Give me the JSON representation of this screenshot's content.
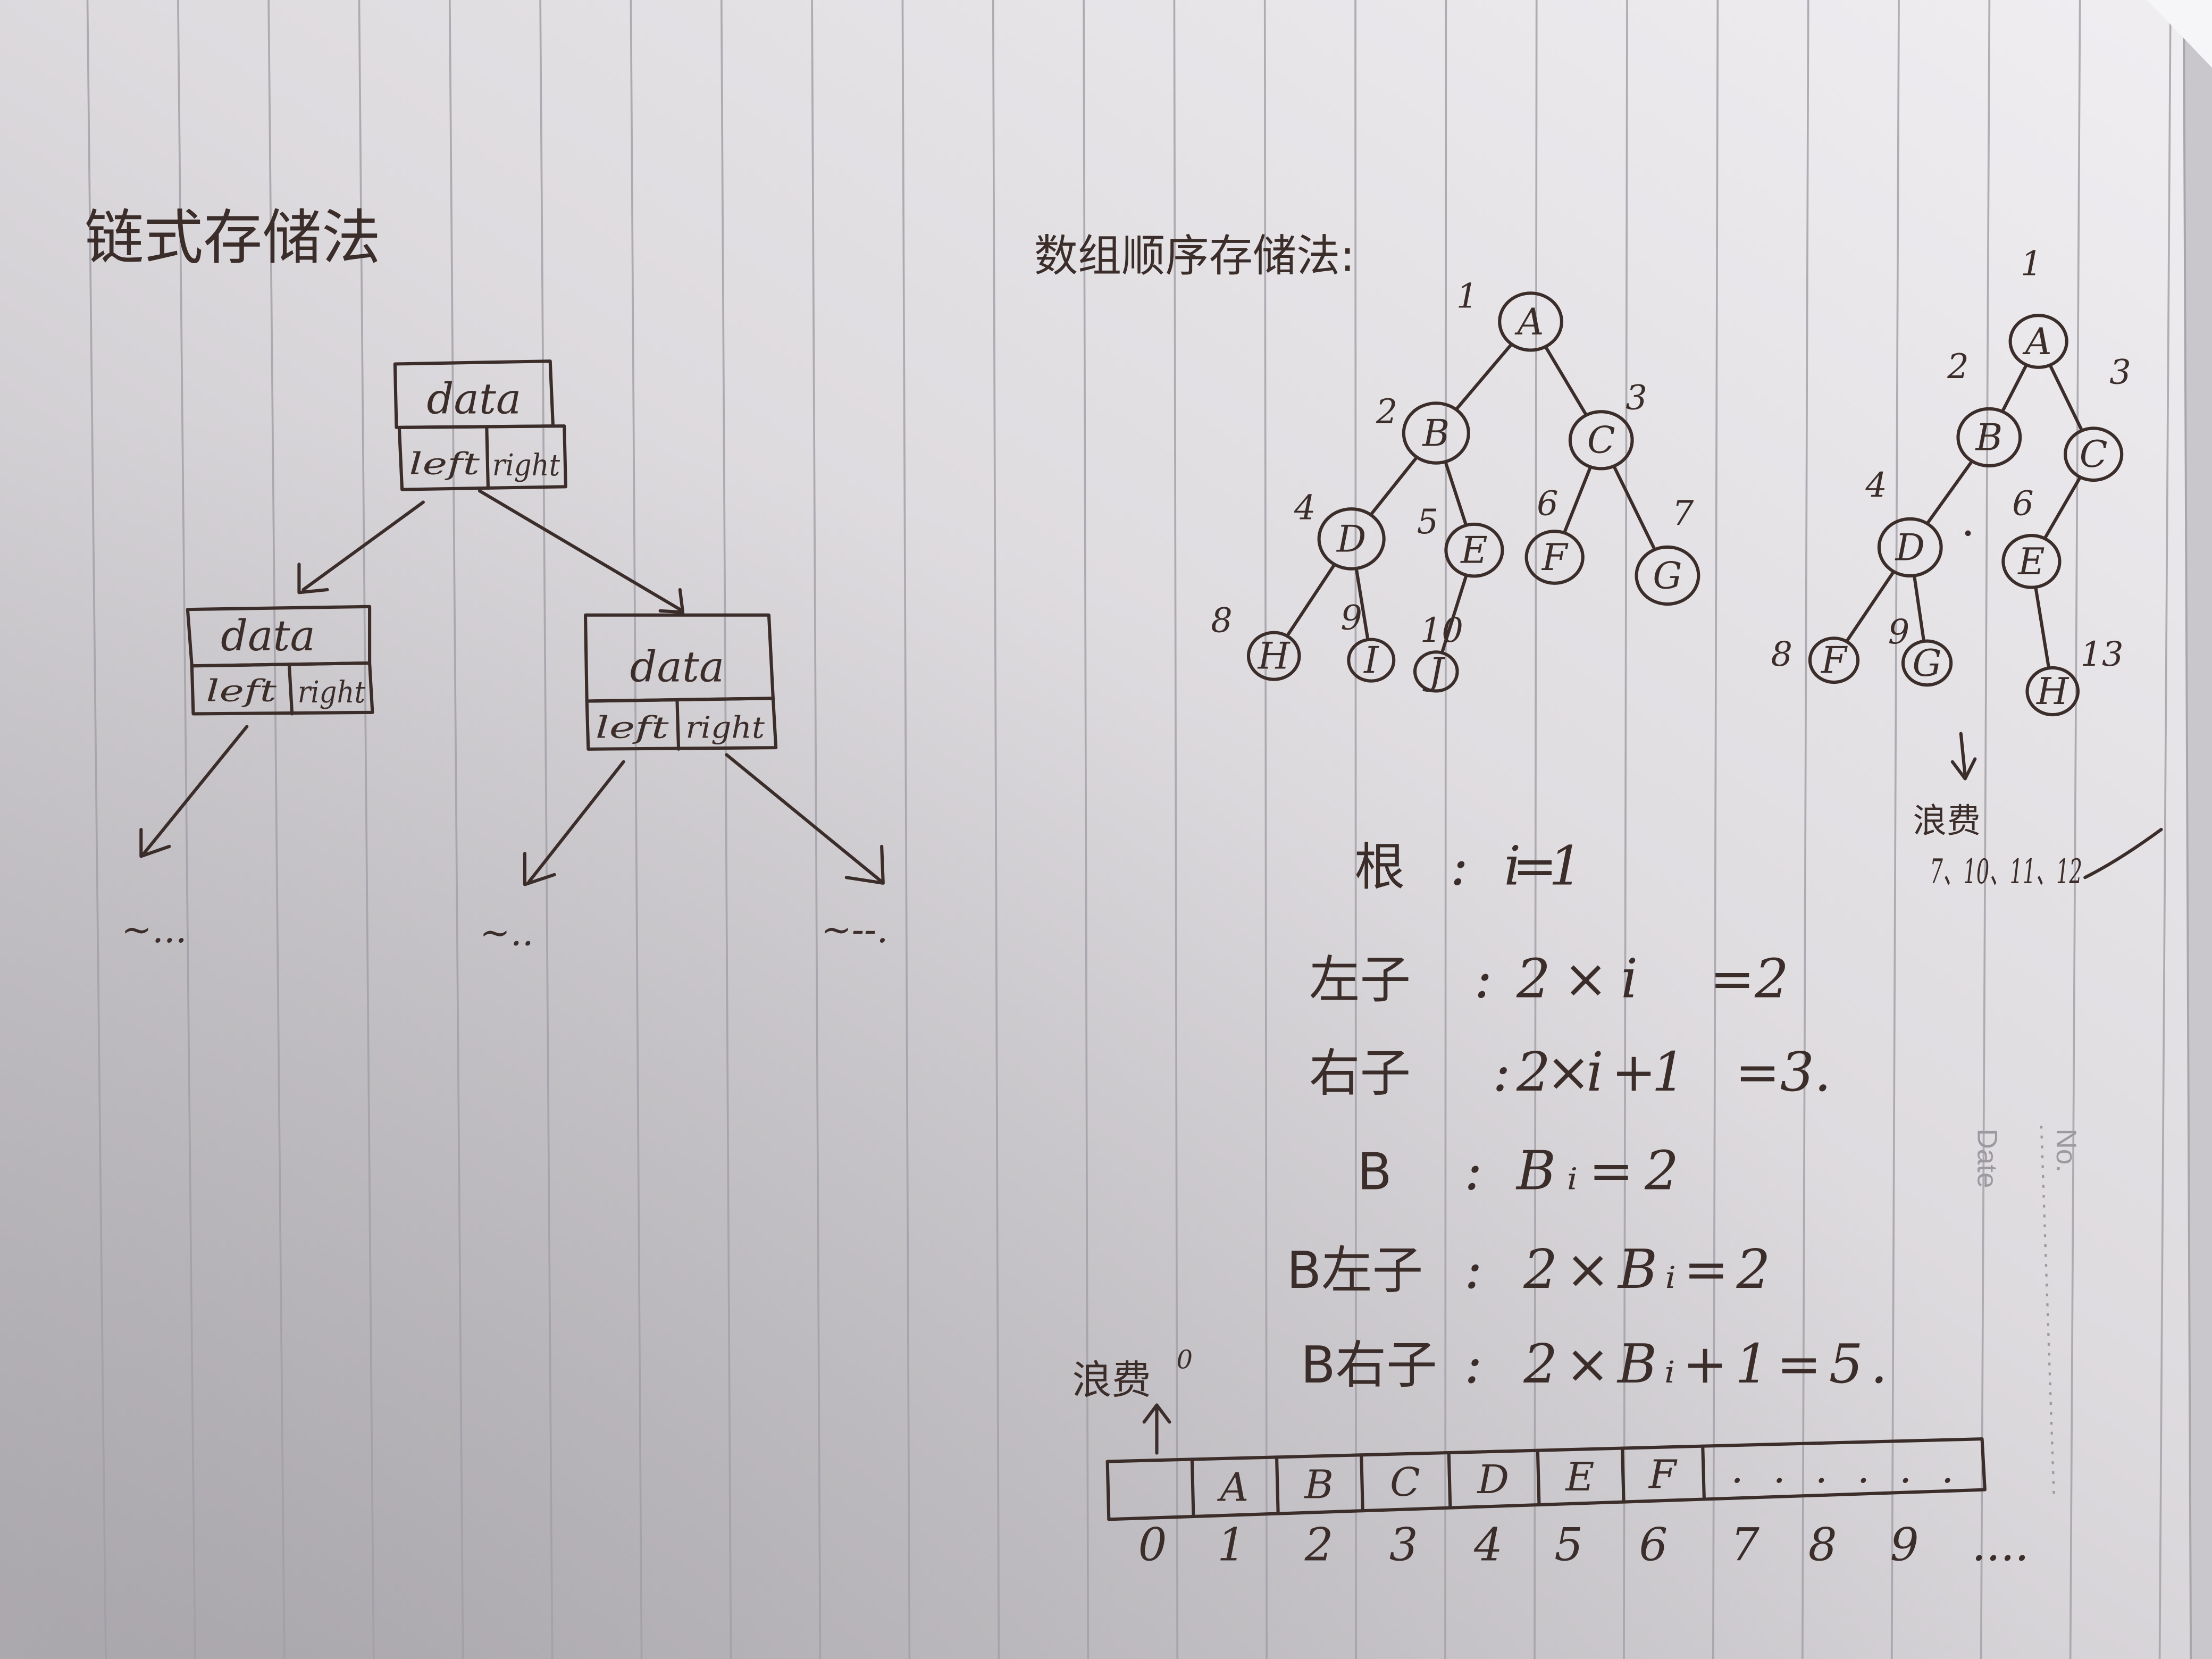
{
  "page": {
    "paper_color": "#dedbdf",
    "ink_color": "#3b2d2a",
    "rule_color": "#a19fa6",
    "print_color": "#9c9aa0"
  },
  "linked_storage": {
    "title": "链式存储法",
    "root_node": {
      "data": "data",
      "left": "left",
      "right": "right"
    },
    "left_child": {
      "data": "data",
      "left": "left",
      "right": "right"
    },
    "right_child": {
      "data": "data",
      "left": "left",
      "right": "right"
    },
    "continuations": [
      "~...",
      "~..",
      "~--."
    ]
  },
  "array_storage": {
    "title": "数组顺序存储法:",
    "complete_tree": {
      "nodes": [
        {
          "label": "A",
          "index": "1"
        },
        {
          "label": "B",
          "index": "2"
        },
        {
          "label": "C",
          "index": "3"
        },
        {
          "label": "D",
          "index": "4"
        },
        {
          "label": "E",
          "index": "5"
        },
        {
          "label": "F",
          "index": "6"
        },
        {
          "label": "G",
          "index": "7"
        },
        {
          "label": "H",
          "index": "8"
        },
        {
          "label": "I",
          "index": "9"
        },
        {
          "label": "J",
          "index": "10"
        }
      ]
    },
    "sparse_tree": {
      "nodes": [
        {
          "label": "A",
          "index": "1"
        },
        {
          "label": "B",
          "index": "2"
        },
        {
          "label": "C",
          "index": "3"
        },
        {
          "label": "D",
          "index": "4"
        },
        {
          "label": "E",
          "index": "6"
        },
        {
          "label": "F",
          "index": "8"
        },
        {
          "label": "G",
          "index": "9"
        },
        {
          "label": "H",
          "index": "13"
        }
      ],
      "waste_label": "浪费",
      "waste_indices": "7、10、11、12"
    },
    "formulas": [
      {
        "name": "根",
        "sep": ":",
        "expr": "i=1"
      },
      {
        "name": "左子",
        "sep": ":",
        "expr": "2×i",
        "result": "=2"
      },
      {
        "name": "右子",
        "sep": ":",
        "expr": "2×i +1",
        "result": "=3."
      },
      {
        "name": "B",
        "sep": ":",
        "expr": "Bᵢ=2"
      },
      {
        "name": "B左子",
        "sep": ":",
        "expr": "2×Bᵢ=2"
      },
      {
        "name": "B右子",
        "sep": ":",
        "expr": "2×Bᵢ+1=5."
      }
    ],
    "array": {
      "waste_label": "浪费",
      "waste_index": "0",
      "cells": [
        "",
        "A",
        "B",
        "C",
        "D",
        "E",
        "F",
        "......"
      ],
      "indices": [
        "0",
        "1",
        "2",
        "3",
        "4",
        "5",
        "6",
        "7",
        "8",
        "9",
        "...."
      ]
    }
  },
  "margin": {
    "no_label": "No.",
    "date_label": "Date"
  }
}
